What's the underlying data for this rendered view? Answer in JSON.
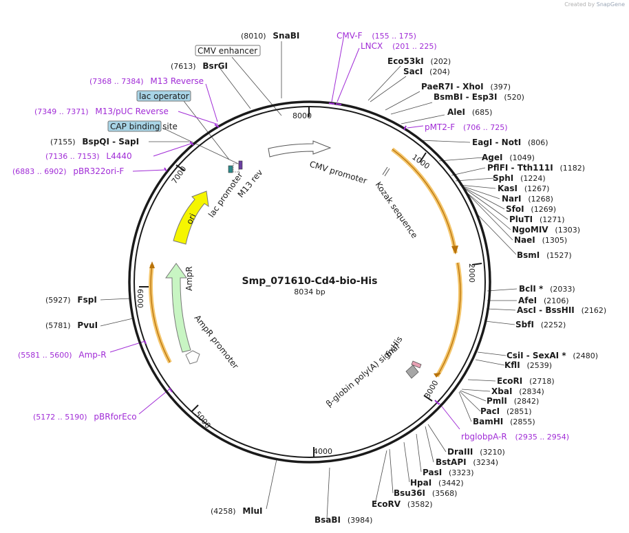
{
  "credit": {
    "prefix": "Created by",
    "brand": "SnapGene"
  },
  "plasmid": {
    "name": "Smp_071610-Cd4-bio-His",
    "length_label": "8034 bp"
  },
  "ticks": [
    "1000",
    "2000",
    "3000",
    "4000",
    "5000",
    "6000",
    "7000",
    "8000"
  ],
  "enzymes": [
    {
      "name": "SnaBI",
      "pos": "(8010)"
    },
    {
      "name": "Eco53kI",
      "pos": "(202)"
    },
    {
      "name": "SacI",
      "pos": "(204)"
    },
    {
      "name": "PaeR7I - XhoI",
      "pos": "(397)"
    },
    {
      "name": "BsmBI - Esp3I",
      "pos": "(520)"
    },
    {
      "name": "AleI",
      "pos": "(685)"
    },
    {
      "name": "EagI - NotI",
      "pos": "(806)"
    },
    {
      "name": "AgeI",
      "pos": "(1049)"
    },
    {
      "name": "PflFI - Tth111I",
      "pos": "(1182)"
    },
    {
      "name": "SphI",
      "pos": "(1224)"
    },
    {
      "name": "KasI",
      "pos": "(1267)"
    },
    {
      "name": "NarI",
      "pos": "(1268)"
    },
    {
      "name": "SfoI",
      "pos": "(1269)"
    },
    {
      "name": "PluTI",
      "pos": "(1271)"
    },
    {
      "name": "NgoMIV",
      "pos": "(1303)"
    },
    {
      "name": "NaeI",
      "pos": "(1305)"
    },
    {
      "name": "BsmI",
      "pos": "(1527)"
    },
    {
      "name": "BclI *",
      "pos": "(2033)"
    },
    {
      "name": "AfeI",
      "pos": "(2106)"
    },
    {
      "name": "AscI - BssHII",
      "pos": "(2162)"
    },
    {
      "name": "SbfI",
      "pos": "(2252)"
    },
    {
      "name": "CsiI - SexAI *",
      "pos": "(2480)"
    },
    {
      "name": "KflI",
      "pos": "(2539)"
    },
    {
      "name": "EcoRI",
      "pos": "(2718)"
    },
    {
      "name": "XbaI",
      "pos": "(2834)"
    },
    {
      "name": "PmlI",
      "pos": "(2842)"
    },
    {
      "name": "PacI",
      "pos": "(2851)"
    },
    {
      "name": "BamHI",
      "pos": "(2855)"
    },
    {
      "name": "DraIII",
      "pos": "(3210)"
    },
    {
      "name": "BstAPI",
      "pos": "(3234)"
    },
    {
      "name": "PasI",
      "pos": "(3323)"
    },
    {
      "name": "HpaI",
      "pos": "(3442)"
    },
    {
      "name": "Bsu36I",
      "pos": "(3568)"
    },
    {
      "name": "EcoRV",
      "pos": "(3582)"
    },
    {
      "name": "BsaBI",
      "pos": "(3984)"
    },
    {
      "name": "MluI",
      "pos": "(4258)"
    },
    {
      "name": "PvuI",
      "pos": "(5781)"
    },
    {
      "name": "FspI",
      "pos": "(5927)"
    },
    {
      "name": "BspQI - SapI",
      "pos": "(7155)"
    },
    {
      "name": "BsrGI",
      "pos": "(7613)"
    }
  ],
  "primers": [
    {
      "name": "CMV-F",
      "range": "(155 .. 175)"
    },
    {
      "name": "LNCX",
      "range": "(201 .. 225)"
    },
    {
      "name": "pMT2-F",
      "range": "(706 .. 725)"
    },
    {
      "name": "rbglobpA-R",
      "range": "(2935 .. 2954)"
    },
    {
      "name": "pBRforEco",
      "range": "(5172 .. 5190)"
    },
    {
      "name": "Amp-R",
      "range": "(5581 .. 5600)"
    },
    {
      "name": "pBR322ori-F",
      "range": "(6883 .. 6902)"
    },
    {
      "name": "L4440",
      "range": "(7136 .. 7153)"
    },
    {
      "name": "M13/pUC Reverse",
      "range": "(7349 .. 7371)"
    },
    {
      "name": "M13 Reverse",
      "range": "(7368 .. 7384)"
    }
  ],
  "boxed_features": [
    "CMV enhancer",
    "lac operator",
    "CAP binding site"
  ],
  "features": [
    "CMV promoter",
    "Kozak sequence",
    "6xHis",
    "β-globin poly(A) signal",
    "AmpR",
    "AmpR promoter",
    "ori",
    "lac promoter",
    "M13 rev"
  ],
  "colors": {
    "backbone": "#1a1a1a",
    "primer": "#a02bd6",
    "orf_highlight": "#f4c56a",
    "orf_arrow": "#b8720a",
    "ori": "#f5f500",
    "ampr": "#c8f5c3",
    "promoter": "#ffffff",
    "lac_operator_box": "#a8d4e6",
    "his_tag": "#e8a0b4",
    "polya": "#a6a6a6"
  }
}
